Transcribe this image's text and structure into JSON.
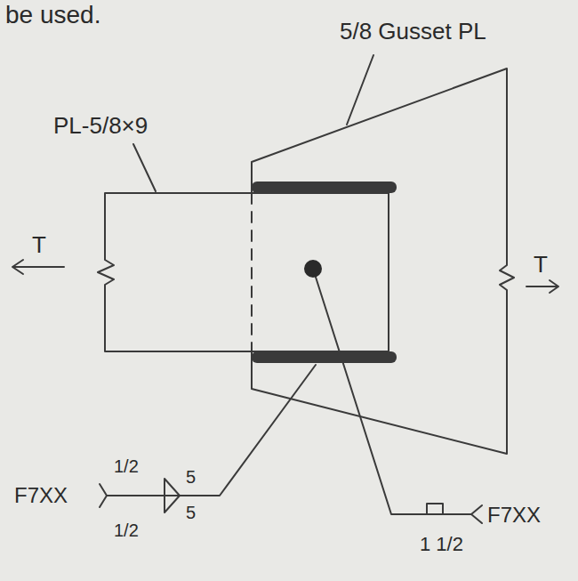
{
  "diagram": {
    "labels": [
      "be used.",
      "5/8 Gusset PL",
      "PL-5/8×9",
      "T",
      "T",
      "F7XX",
      "1/2",
      "5",
      "1/2",
      "5",
      "F7XX",
      "1 1/2"
    ]
  }
}
